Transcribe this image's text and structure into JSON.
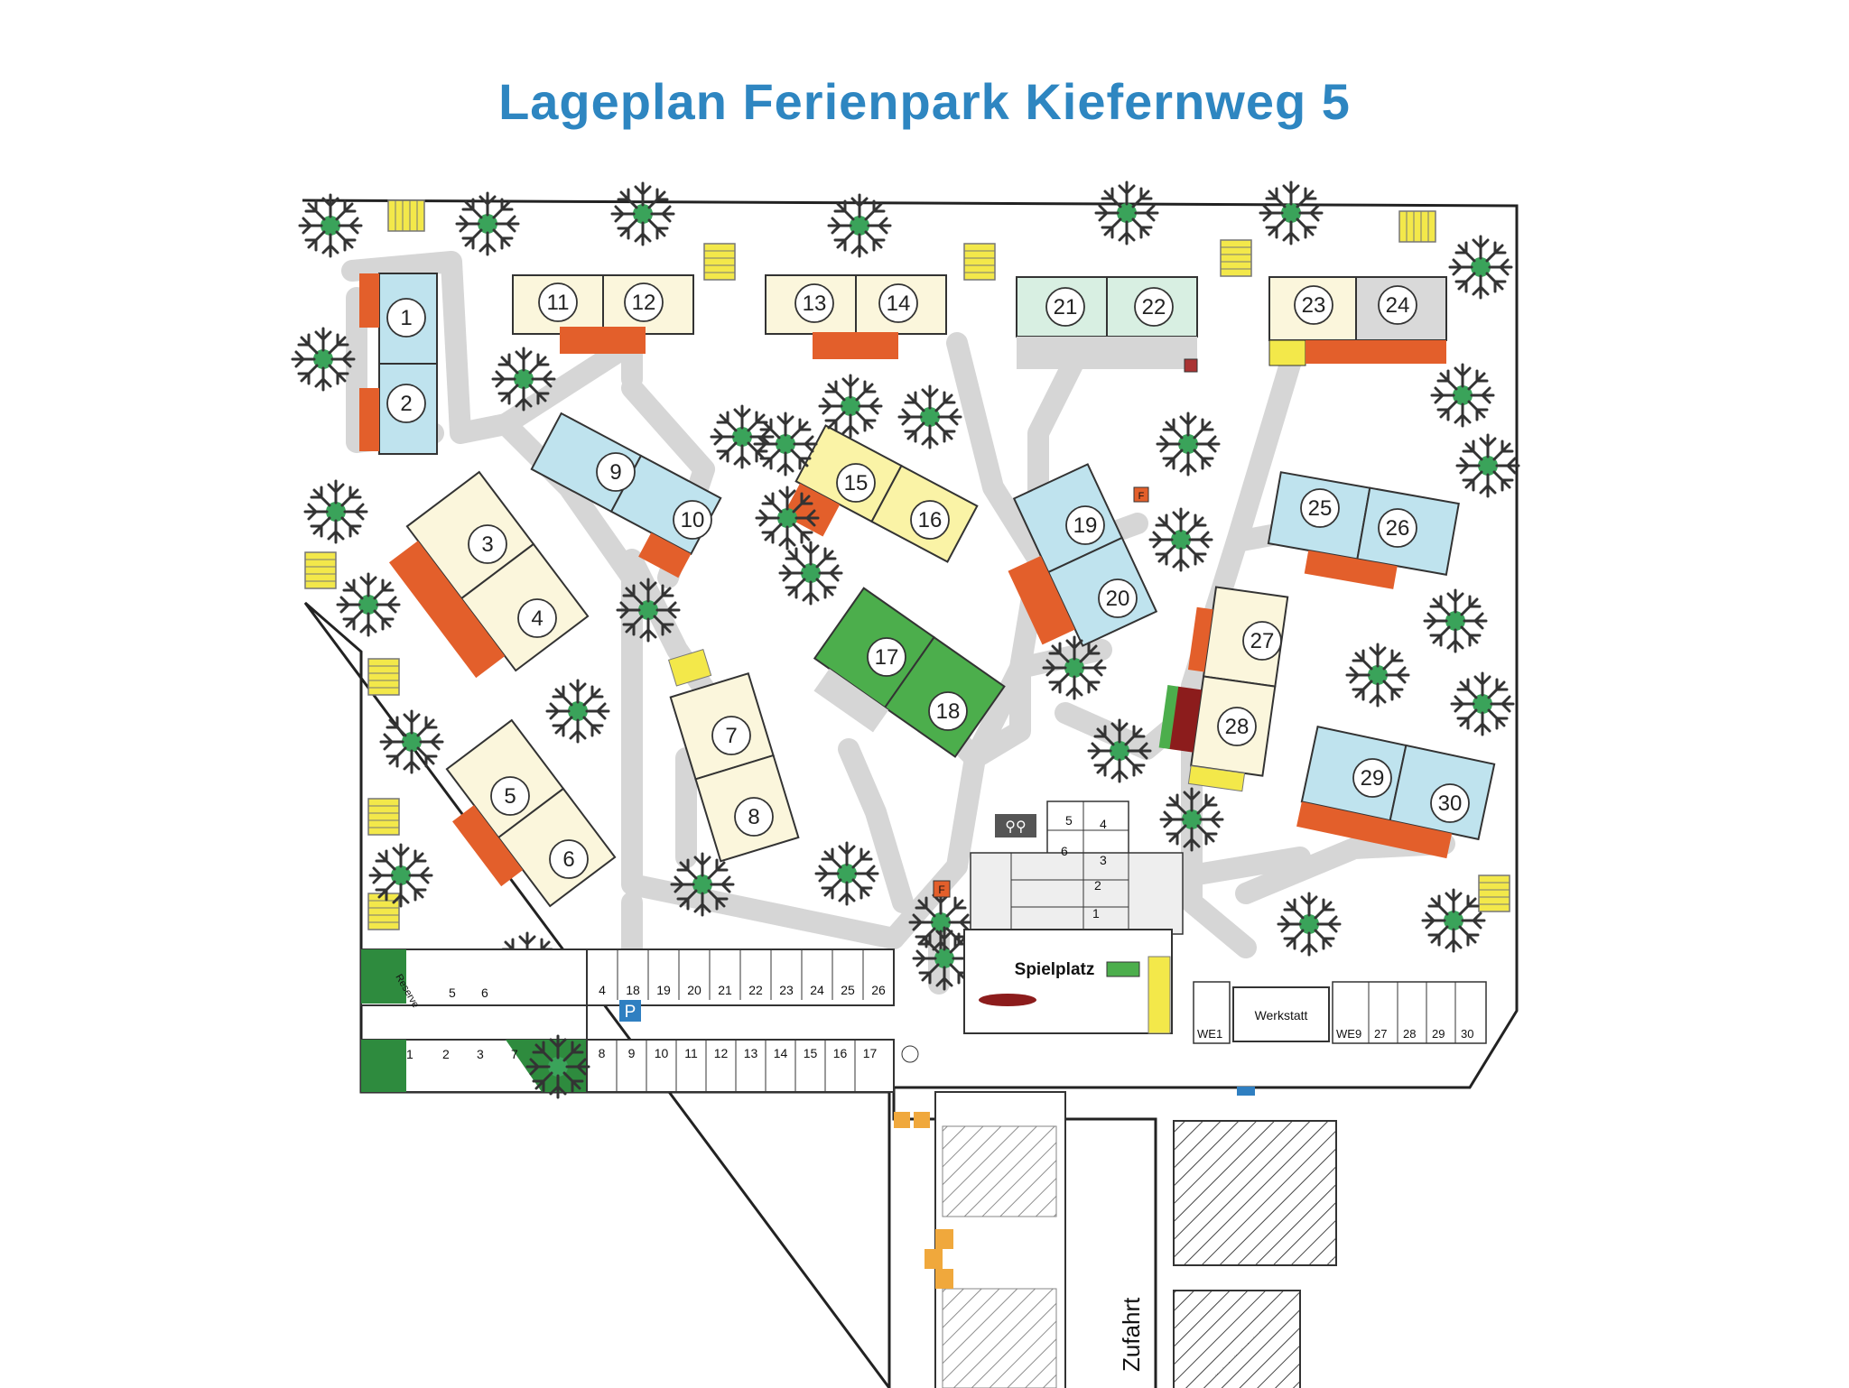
{
  "title": "Lageplan Ferienpark Kiefernweg  5",
  "houses": [
    {
      "num": "1"
    },
    {
      "num": "2"
    },
    {
      "num": "3"
    },
    {
      "num": "4"
    },
    {
      "num": "5"
    },
    {
      "num": "6"
    },
    {
      "num": "7"
    },
    {
      "num": "8"
    },
    {
      "num": "9"
    },
    {
      "num": "10"
    },
    {
      "num": "11"
    },
    {
      "num": "12"
    },
    {
      "num": "13"
    },
    {
      "num": "14"
    },
    {
      "num": "15"
    },
    {
      "num": "16"
    },
    {
      "num": "17"
    },
    {
      "num": "18"
    },
    {
      "num": "19"
    },
    {
      "num": "20"
    },
    {
      "num": "21"
    },
    {
      "num": "22"
    },
    {
      "num": "23"
    },
    {
      "num": "24"
    },
    {
      "num": "25"
    },
    {
      "num": "26"
    },
    {
      "num": "27"
    },
    {
      "num": "28"
    },
    {
      "num": "29"
    },
    {
      "num": "30"
    }
  ],
  "labels": {
    "spielplatz": "Spielplatz",
    "werkstatt": "Werkstatt",
    "zufahrt": "Zufahrt",
    "reserve": "Reserve",
    "parking_symbol": "P",
    "fire_symbol": "F",
    "we1": "WE1",
    "we9": "WE9"
  },
  "parking_rows": {
    "upper_left": [
      "5",
      "6"
    ],
    "upper_mid": [
      "4",
      "18",
      "19",
      "20",
      "21",
      "22",
      "23",
      "24",
      "25",
      "26"
    ],
    "lower_left": [
      "1",
      "2",
      "3",
      "7"
    ],
    "lower_mid": [
      "8",
      "9",
      "10",
      "11",
      "12",
      "13",
      "14",
      "15",
      "16",
      "17"
    ],
    "right": [
      "27",
      "28",
      "29",
      "30"
    ]
  },
  "bike_spaces": [
    "5",
    "4",
    "6",
    "3",
    "2",
    "1"
  ],
  "colors": {
    "title": "#2e86c1",
    "blue_house": "#bfe3ee",
    "cream_house": "#fbf6dc",
    "yellow_house": "#faf3a6",
    "green_house": "#4cae4c",
    "mint_house": "#d8efe2",
    "grey_house": "#d9d9d9",
    "terrace": "#e35f2b",
    "path": "#d6d6d6",
    "parking_sign": "#2f7fc1",
    "yellow_block": "#f3e84a",
    "green_strip": "#2e8b3e",
    "orange_block": "#f0a83c"
  }
}
